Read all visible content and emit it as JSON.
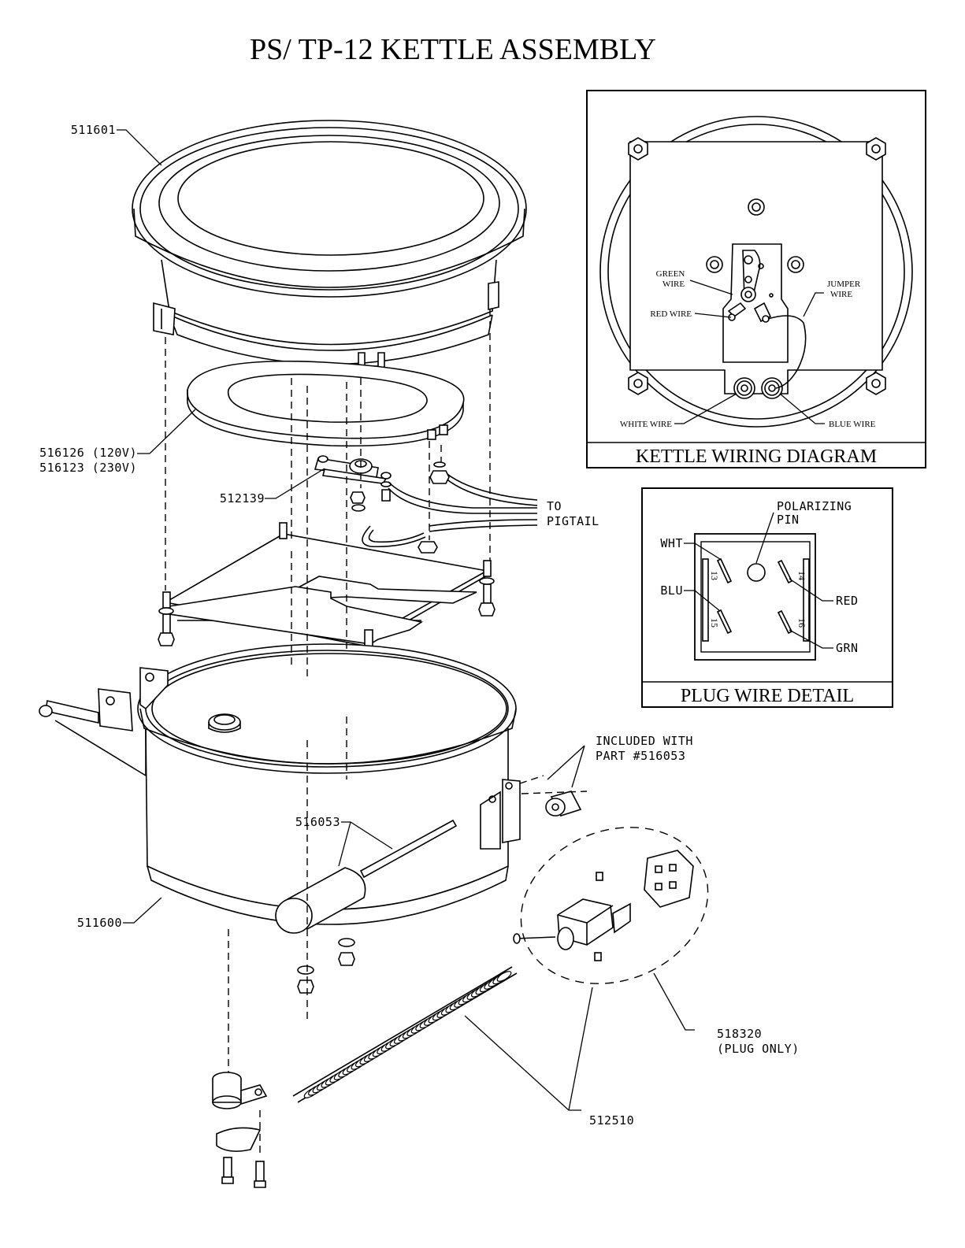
{
  "title": "PS/ TP-12 KETTLE ASSEMBLY",
  "callouts": {
    "kettle_top": "511601",
    "heater_120": "516126 (120V)",
    "heater_230": "516123 (230V)",
    "thermostat": "512139",
    "to_pigtail_1": "TO",
    "to_pigtail_2": "PIGTAIL",
    "included_1": "INCLUDED WITH",
    "included_2": "PART #516053",
    "stir_rod": "516053",
    "kettle_bottom": "511600",
    "plug_1": "518320",
    "plug_2": "(PLUG ONLY)",
    "cord": "512510"
  },
  "wiring_diagram": {
    "caption": "KETTLE WIRING DIAGRAM",
    "green_wire_1": "GREEN",
    "green_wire_2": "WIRE",
    "red_wire": "RED WIRE",
    "jumper_wire_1": "JUMPER",
    "jumper_wire_2": "WIRE",
    "white_wire": "WHITE WIRE",
    "blue_wire": "BLUE WIRE"
  },
  "plug_detail": {
    "caption": "PLUG WIRE DETAIL",
    "polarizing_1": "POLARIZING",
    "polarizing_2": "PIN",
    "wht": "WHT",
    "blu": "BLU",
    "red": "RED",
    "grn": "GRN",
    "pin_13": "13",
    "pin_14": "14",
    "pin_15": "15",
    "pin_16": "16"
  }
}
